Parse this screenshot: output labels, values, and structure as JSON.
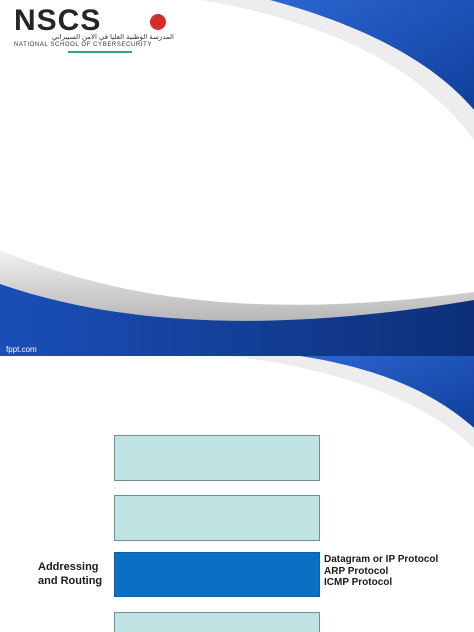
{
  "slide1": {
    "logo": {
      "letters": "NSCS",
      "arabic_text": "المدرسة الوطنية العليا في الأمن السيبراني",
      "english_text": "NATIONAL SCHOOL OF CYBERSECURITY"
    },
    "footer_text": "fppt.com"
  },
  "slide2": {
    "layer_label": "Addressing and Routing",
    "protocols": [
      "Datagram or IP Protocol",
      "ARP Protocol",
      "ICMP Protocol"
    ]
  },
  "colors": {
    "swoosh_blue": "#1b4fb3",
    "swoosh_dark": "#12357a",
    "layer_box": "#bfe3e3",
    "layer_box_active": "#0b6fc4"
  }
}
